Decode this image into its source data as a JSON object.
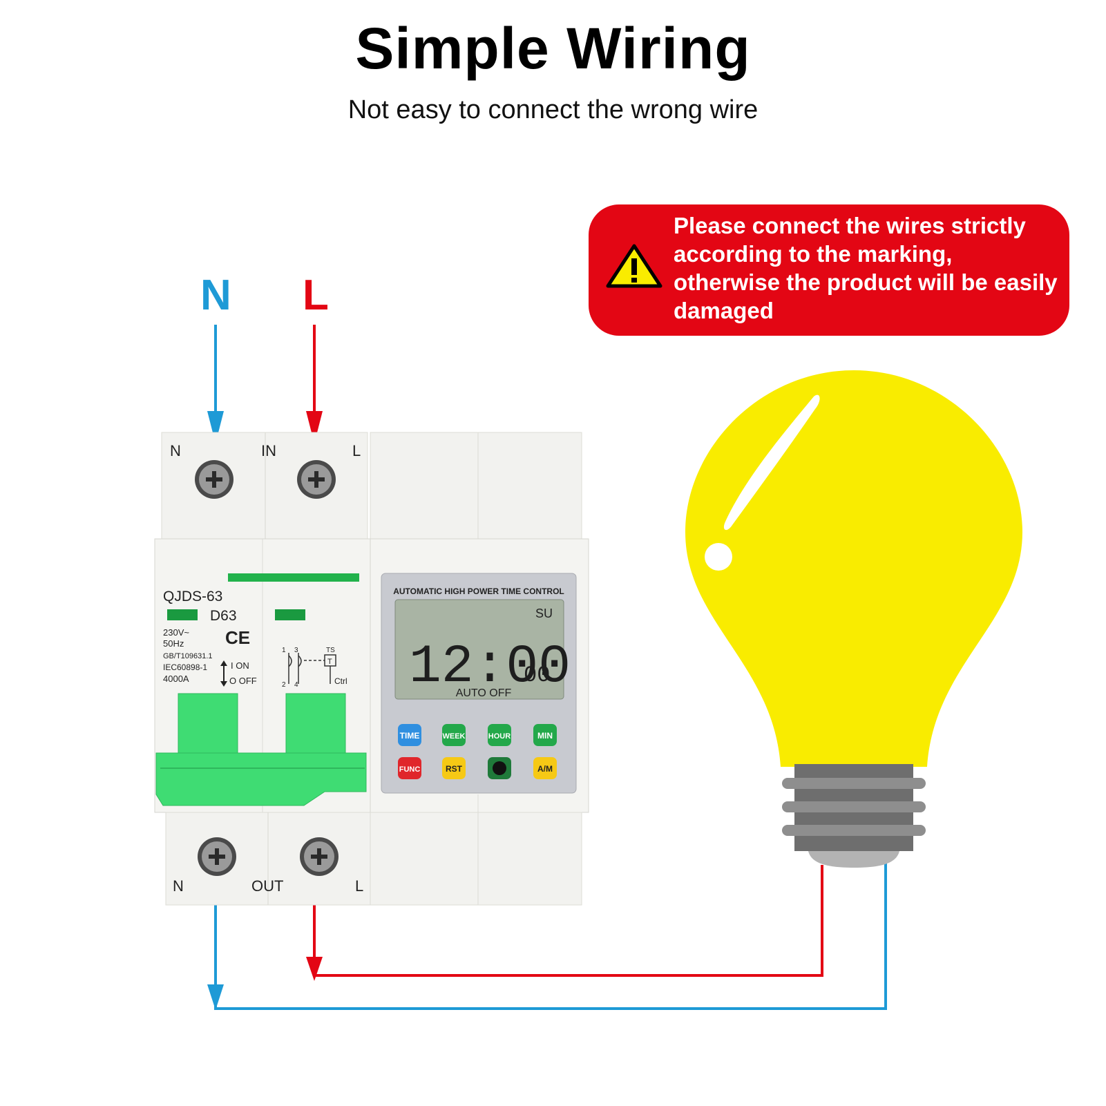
{
  "title": "Simple Wiring",
  "subtitle": "Not easy to connect the wrong wire",
  "warning": {
    "text": "Please connect the wires strictly according to the marking, otherwise the product will be easily damaged",
    "icon": "warning-triangle-icon"
  },
  "wire_labels": {
    "neutral": "N",
    "live": "L"
  },
  "colors": {
    "neutral": "#1e9ad6",
    "live": "#e30614",
    "bulb": "#f9ec00",
    "breaker_green": "#3fdc73"
  },
  "breaker": {
    "top": {
      "left": "N",
      "center": "IN",
      "right": "L"
    },
    "bottom": {
      "left": "N",
      "center": "OUT",
      "right": "L"
    },
    "model": "QJDS-63",
    "rating": "D63",
    "voltage": "230V~",
    "frequency": "50Hz",
    "standard_1": "GB/T109631.1",
    "standard_2": "IEC60898-1",
    "capacity": "4000A",
    "on_label": "I ON",
    "off_label": "O OFF",
    "ce_mark": "CE",
    "schematic_ts": "TS",
    "schematic_t": "T",
    "schematic_ctrl": "Ctrl",
    "schematic_1": "1",
    "schematic_3": "3",
    "schematic_2": "2",
    "schematic_4": "4"
  },
  "timer": {
    "header": "AUTOMATIC HIGH POWER TIME CONTROL",
    "day": "SU",
    "time": "12:00",
    "seconds": "00",
    "status": "AUTO OFF",
    "buttons": [
      {
        "label": "TIME",
        "color": "#2f8fe0"
      },
      {
        "label": "WEEK",
        "color": "#23a84a"
      },
      {
        "label": "HOUR",
        "color": "#23a84a"
      },
      {
        "label": "MIN",
        "color": "#23a84a"
      },
      {
        "label": "FUNC",
        "color": "#e0262b"
      },
      {
        "label": "RST",
        "color": "#f6c915"
      },
      {
        "label": "",
        "color": "#1f7a3a"
      },
      {
        "label": "A/M",
        "color": "#f6c915"
      }
    ]
  }
}
